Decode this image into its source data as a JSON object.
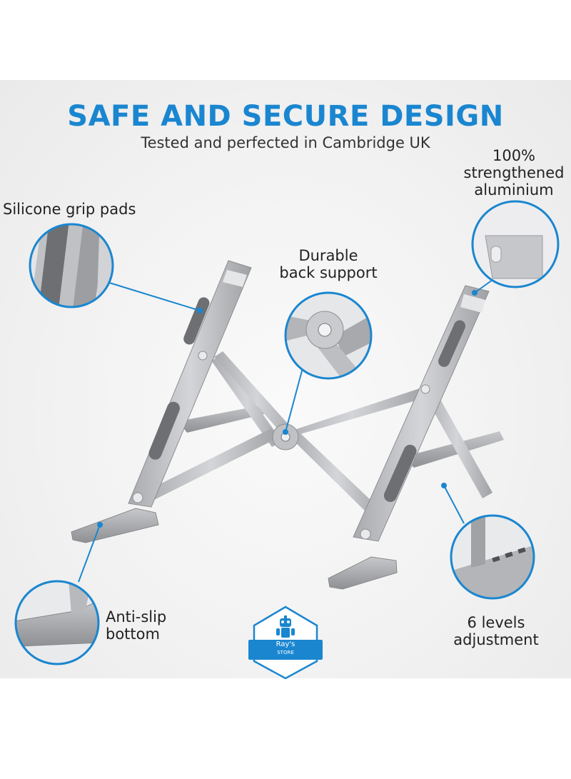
{
  "headline": "SAFE AND SECURE DESIGN",
  "subheadline": "Tested and perfected in Cambridge UK",
  "callouts": {
    "silicone": "Silicone grip pads",
    "back_line1": "Durable",
    "back_line2": "back support",
    "alu_line1": "100%",
    "alu_line2": "strengthened",
    "alu_line3": "aluminium",
    "antislip_line1": "Anti-slip",
    "antislip_line2": "bottom",
    "levels_line1": "6 levels",
    "levels_line2": "adjustment"
  },
  "logo": {
    "name_line1": "Ray's",
    "name_line2": "STORE"
  },
  "colors": {
    "accent": "#1a86d0",
    "metal": "#b7b9bc",
    "pad": "#6d6f72"
  }
}
